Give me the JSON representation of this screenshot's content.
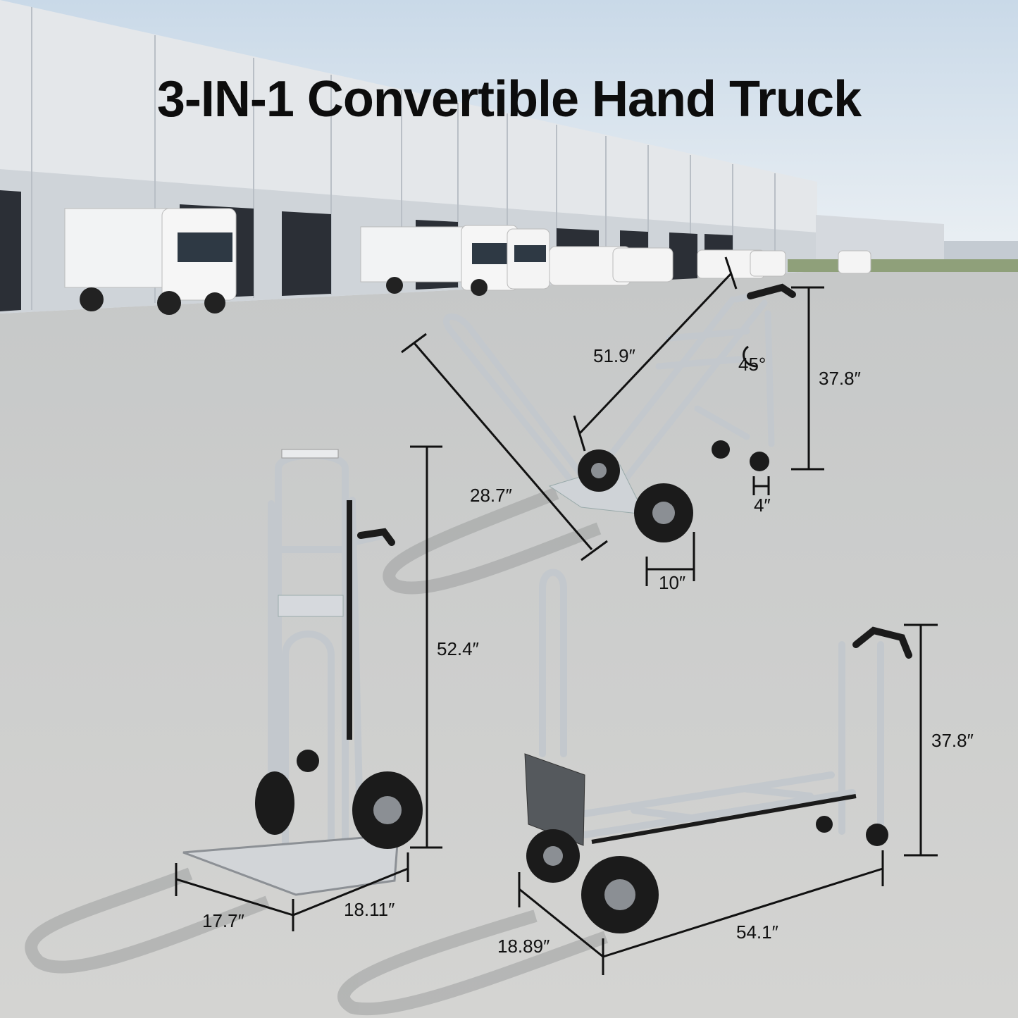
{
  "title": "3-IN-1 Convertible Hand Truck",
  "dimensions": {
    "inclined_length": "51.9″",
    "inclined_angle": "45°",
    "inclined_height": "37.8″",
    "inclined_handle_length": "28.7″",
    "inclined_caster_width": "4″",
    "inclined_wheel_size": "10″",
    "upright_height": "52.4″",
    "upright_plate_width": "17.7″",
    "upright_plate_depth": "18.11″",
    "flat_height": "37.8″",
    "flat_width": "18.89″",
    "flat_length": "54.1″"
  },
  "colors": {
    "sky": "#dfe9f2",
    "ground": "#cfd0cf",
    "frame": "#c9ced3",
    "tire": "#1b1b1b"
  }
}
